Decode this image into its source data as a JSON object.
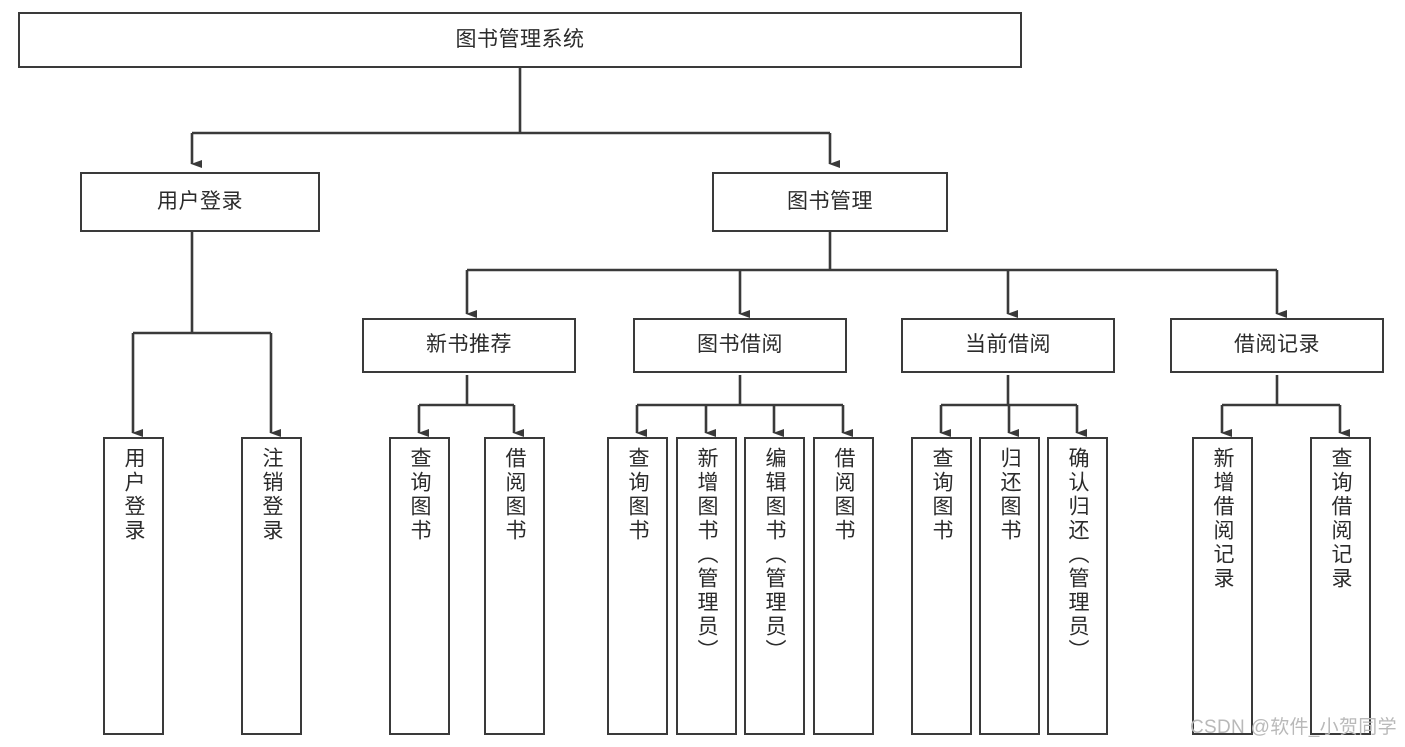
{
  "diagram": {
    "type": "tree-hierarchy",
    "title": "图书管理系统",
    "watermark": "CSDN @软件_小贺同学",
    "colors": {
      "box_border": "#3a3a3a",
      "box_fill": "#ffffff",
      "edge": "#3a3a3a",
      "text": "#2b2b2b",
      "watermark": "#b9b9b9"
    },
    "nodes": {
      "root": {
        "label": "图书管理系统",
        "level": 0,
        "orientation": "horizontal"
      },
      "l1": [
        {
          "id": "user_login",
          "label": "用户登录",
          "level": 1,
          "orientation": "horizontal"
        },
        {
          "id": "book_mgmt",
          "label": "图书管理",
          "level": 1,
          "orientation": "horizontal"
        }
      ],
      "l2": [
        {
          "id": "new_book_rec",
          "label": "新书推荐",
          "level": 2,
          "orientation": "horizontal",
          "parent": "book_mgmt"
        },
        {
          "id": "book_borrow",
          "label": "图书借阅",
          "level": 2,
          "orientation": "horizontal",
          "parent": "book_mgmt"
        },
        {
          "id": "current_borrow",
          "label": "当前借阅",
          "level": 2,
          "orientation": "horizontal",
          "parent": "book_mgmt"
        },
        {
          "id": "borrow_record",
          "label": "借阅记录",
          "level": 2,
          "orientation": "horizontal",
          "parent": "book_mgmt"
        }
      ],
      "leaves": [
        {
          "id": "leaf_user_login",
          "label": "用户登录",
          "parent": "user_login",
          "orientation": "vertical"
        },
        {
          "id": "leaf_logout",
          "label": "注销登录",
          "parent": "user_login",
          "orientation": "vertical"
        },
        {
          "id": "leaf_query_book_1",
          "label": "查询图书",
          "parent": "new_book_rec",
          "orientation": "vertical"
        },
        {
          "id": "leaf_borrow_book_1",
          "label": "借阅图书",
          "parent": "new_book_rec",
          "orientation": "vertical"
        },
        {
          "id": "leaf_query_book_2",
          "label": "查询图书",
          "parent": "book_borrow",
          "orientation": "vertical"
        },
        {
          "id": "leaf_add_book",
          "label": "新增图书（管理员）",
          "parent": "book_borrow",
          "orientation": "vertical"
        },
        {
          "id": "leaf_edit_book",
          "label": "编辑图书（管理员）",
          "parent": "book_borrow",
          "orientation": "vertical"
        },
        {
          "id": "leaf_borrow_book_2",
          "label": "借阅图书",
          "parent": "book_borrow",
          "orientation": "vertical"
        },
        {
          "id": "leaf_query_book_3",
          "label": "查询图书",
          "parent": "current_borrow",
          "orientation": "vertical"
        },
        {
          "id": "leaf_return_book",
          "label": "归还图书",
          "parent": "current_borrow",
          "orientation": "vertical"
        },
        {
          "id": "leaf_confirm_return",
          "label": "确认归还（管理员）",
          "parent": "current_borrow",
          "orientation": "vertical"
        },
        {
          "id": "leaf_add_record",
          "label": "新增借阅记录",
          "parent": "borrow_record",
          "orientation": "vertical"
        },
        {
          "id": "leaf_query_record",
          "label": "查询借阅记录",
          "parent": "borrow_record",
          "orientation": "vertical"
        }
      ]
    }
  }
}
